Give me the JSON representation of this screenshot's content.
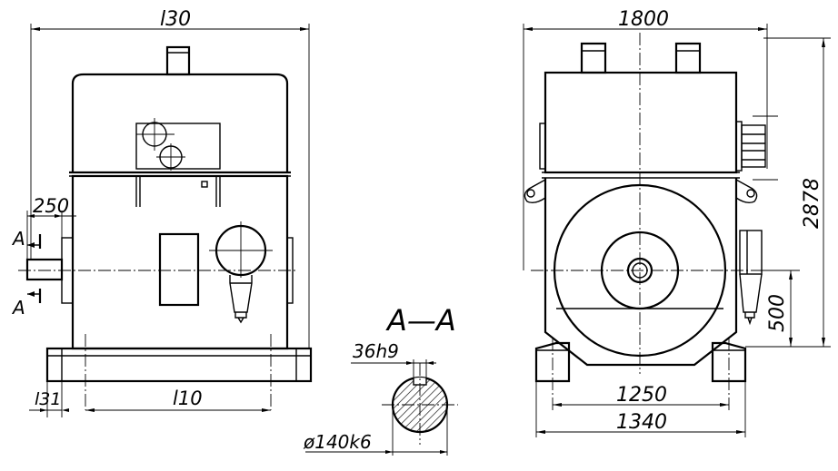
{
  "drawing": {
    "left_view": {
      "overall_width_label": "l30",
      "shaft_offset_label": "250",
      "section_mark_top": "A",
      "section_mark_bottom": "A",
      "bottom_left_label": "l31",
      "bottom_center_label": "l10"
    },
    "section_view": {
      "title": "A—A",
      "key_label": "36h9",
      "diameter_label": "ø140k6"
    },
    "right_view": {
      "width_label": "1800",
      "height_label": "2878",
      "axis_height_label": "500",
      "inner_base_label": "1250",
      "outer_base_label": "1340"
    }
  }
}
